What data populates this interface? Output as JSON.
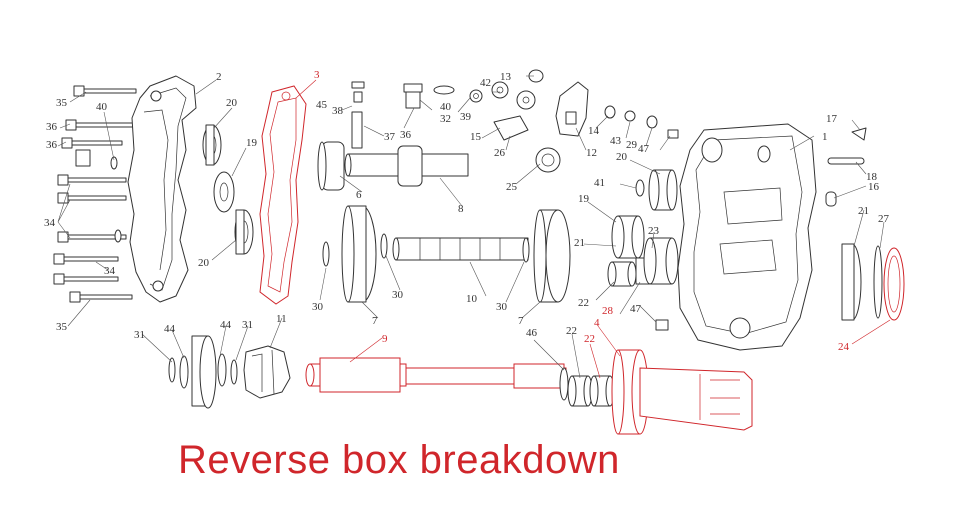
{
  "caption": "Reverse box breakdown",
  "colors": {
    "highlight": "#d0262b",
    "line": "#333333",
    "background": "#ffffff"
  },
  "callouts": [
    {
      "id": "c1",
      "text": "1"
    },
    {
      "id": "c2",
      "text": "2"
    },
    {
      "id": "c3",
      "text": "3",
      "highlight": true
    },
    {
      "id": "c4",
      "text": "4",
      "highlight": true
    },
    {
      "id": "c6",
      "text": "6"
    },
    {
      "id": "c7a",
      "text": "7"
    },
    {
      "id": "c7b",
      "text": "7"
    },
    {
      "id": "c8",
      "text": "8"
    },
    {
      "id": "c9",
      "text": "9",
      "highlight": true
    },
    {
      "id": "c10",
      "text": "10"
    },
    {
      "id": "c11",
      "text": "11"
    },
    {
      "id": "c12",
      "text": "12"
    },
    {
      "id": "c13",
      "text": "13"
    },
    {
      "id": "c14",
      "text": "14"
    },
    {
      "id": "c15",
      "text": "15"
    },
    {
      "id": "c16",
      "text": "16"
    },
    {
      "id": "c17",
      "text": "17"
    },
    {
      "id": "c18",
      "text": "18"
    },
    {
      "id": "c19a",
      "text": "19"
    },
    {
      "id": "c19b",
      "text": "19"
    },
    {
      "id": "c20a",
      "text": "20"
    },
    {
      "id": "c20b",
      "text": "20"
    },
    {
      "id": "c20c",
      "text": "20"
    },
    {
      "id": "c21a",
      "text": "21"
    },
    {
      "id": "c21b",
      "text": "21"
    },
    {
      "id": "c22a",
      "text": "22"
    },
    {
      "id": "c22b",
      "text": "22"
    },
    {
      "id": "c22c",
      "text": "22",
      "highlight": true
    },
    {
      "id": "c23",
      "text": "23"
    },
    {
      "id": "c24",
      "text": "24",
      "highlight": true
    },
    {
      "id": "c25",
      "text": "25"
    },
    {
      "id": "c26",
      "text": "26"
    },
    {
      "id": "c27",
      "text": "27"
    },
    {
      "id": "c28",
      "text": "28",
      "highlight": true
    },
    {
      "id": "c29",
      "text": "29"
    },
    {
      "id": "c30a",
      "text": "30"
    },
    {
      "id": "c30b",
      "text": "30"
    },
    {
      "id": "c30c",
      "text": "30"
    },
    {
      "id": "c31a",
      "text": "31"
    },
    {
      "id": "c31b",
      "text": "31"
    },
    {
      "id": "c32",
      "text": "32"
    },
    {
      "id": "c34a",
      "text": "34"
    },
    {
      "id": "c34b",
      "text": "34"
    },
    {
      "id": "c35a",
      "text": "35"
    },
    {
      "id": "c35b",
      "text": "35"
    },
    {
      "id": "c36a",
      "text": "36"
    },
    {
      "id": "c36b",
      "text": "36"
    },
    {
      "id": "c37",
      "text": "37"
    },
    {
      "id": "c38",
      "text": "38"
    },
    {
      "id": "c39",
      "text": "39"
    },
    {
      "id": "c40a",
      "text": "40"
    },
    {
      "id": "c40b",
      "text": "40"
    },
    {
      "id": "c41",
      "text": "41"
    },
    {
      "id": "c42",
      "text": "42"
    },
    {
      "id": "c43",
      "text": "43"
    },
    {
      "id": "c44a",
      "text": "44"
    },
    {
      "id": "c44b",
      "text": "44"
    },
    {
      "id": "c45",
      "text": "45"
    },
    {
      "id": "c46",
      "text": "46"
    },
    {
      "id": "c47a",
      "text": "47"
    },
    {
      "id": "c47b",
      "text": "47"
    }
  ]
}
